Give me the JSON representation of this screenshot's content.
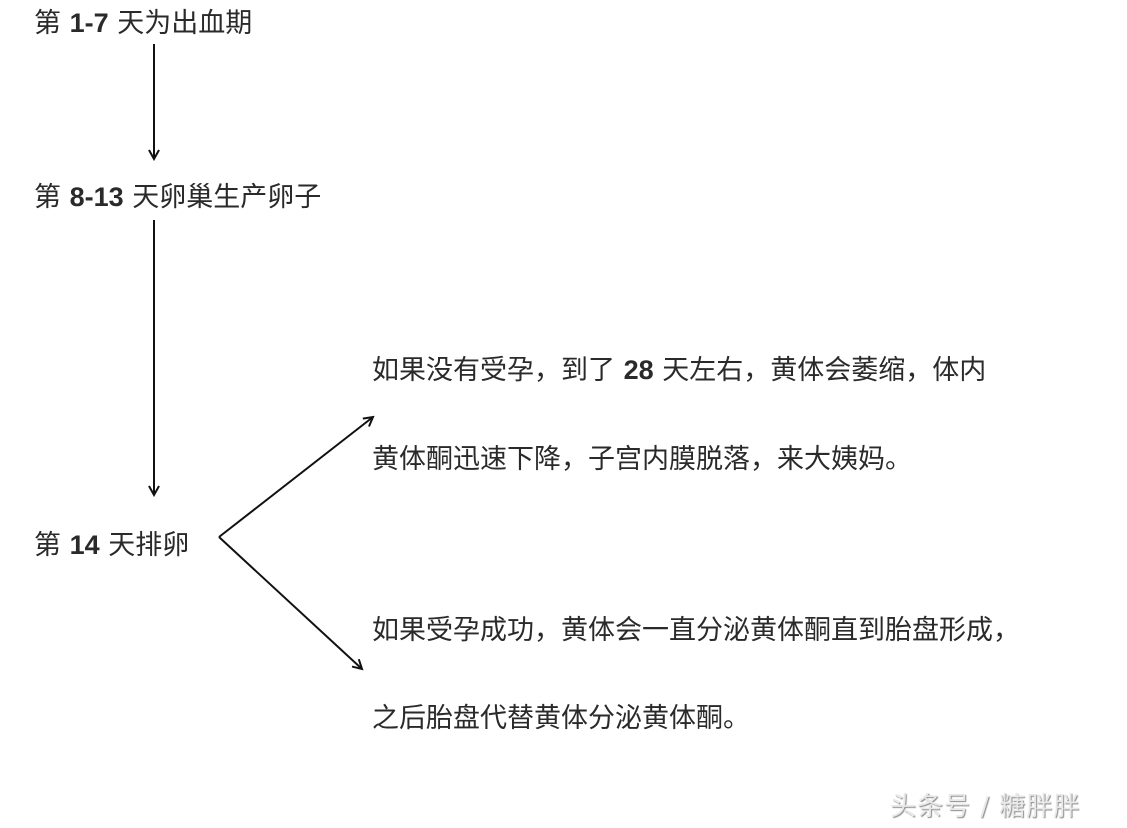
{
  "diagram": {
    "nodes": [
      {
        "id": "menstruation",
        "prefix": "第 ",
        "number": "1-7",
        "suffix": " 天为出血期"
      },
      {
        "id": "follicular",
        "prefix": "第 ",
        "number": "8-13",
        "suffix": " 天卵巢生产卵子"
      },
      {
        "id": "ovulation",
        "prefix": "第 ",
        "number": "14",
        "suffix": " 天排卵"
      }
    ],
    "branches": {
      "not_pregnant": {
        "line1_before": "如果没有受孕，到了 ",
        "line1_number": "28",
        "line1_after": " 天左右，黄体会萎缩，体内",
        "line2": "黄体酮迅速下降，子宫内膜脱落，来大姨妈。"
      },
      "pregnant": {
        "line1": "如果受孕成功，黄体会一直分泌黄体酮直到胎盘形成，",
        "line2": "之后胎盘代替黄体分泌黄体酮。"
      }
    },
    "edges": [
      {
        "from": "menstruation",
        "to": "follicular"
      },
      {
        "from": "follicular",
        "to": "ovulation"
      },
      {
        "from": "ovulation",
        "to": "not_pregnant"
      },
      {
        "from": "ovulation",
        "to": "pregnant"
      }
    ]
  },
  "watermark": "头条号 / 糖胖胖",
  "colors": {
    "text": "#2a2a2a",
    "arrow": "#111111",
    "background": "#ffffff"
  }
}
